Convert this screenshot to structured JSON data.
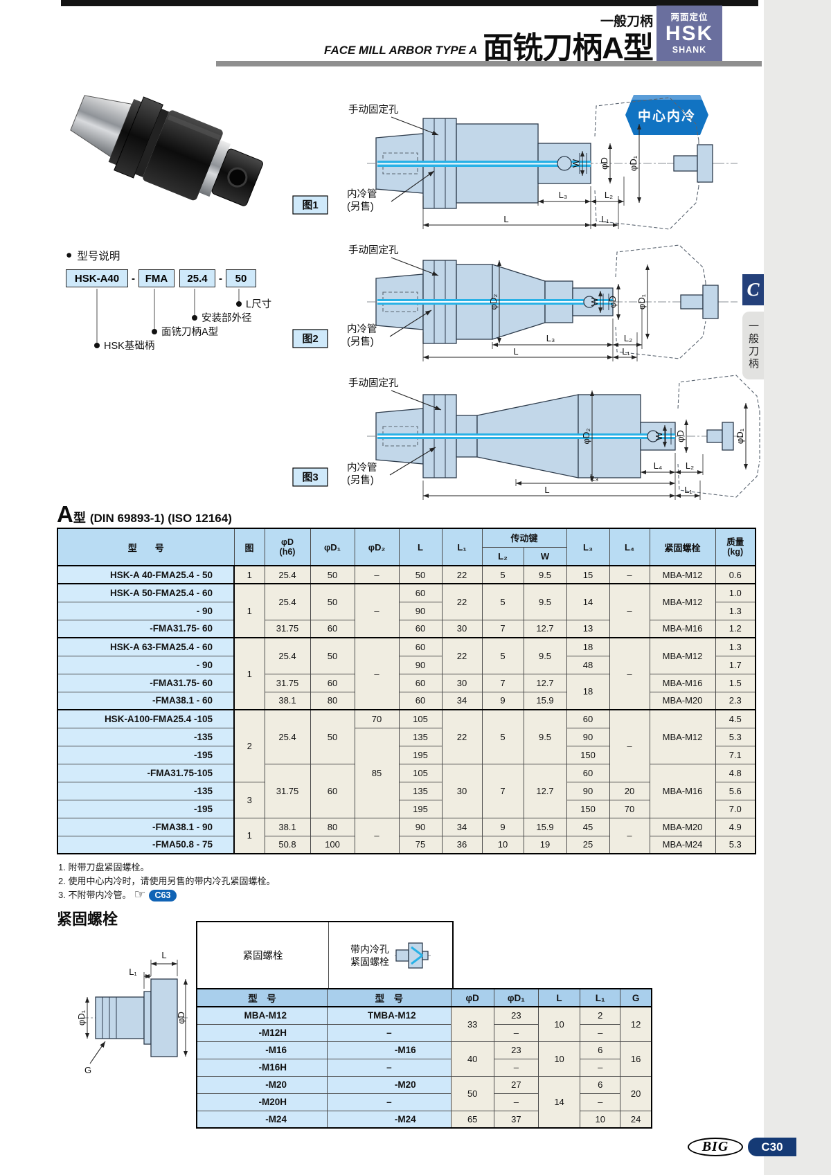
{
  "header": {
    "series_label": "一般刀柄",
    "title_cn": "面铣刀柄A型",
    "title_en": "FACE MILL ARBOR TYPE A",
    "shank_badge": {
      "line1": "两面定位",
      "line2": "HSK",
      "line3": "SHANK"
    }
  },
  "coolant_badge": "中心内冷",
  "legend": {
    "bullet": "●",
    "heading": "型号说明",
    "boxes": [
      "HSK-A40",
      "FMA",
      "25.4",
      "50"
    ],
    "sep": "-",
    "labels": [
      "L尺寸",
      "安装部外径",
      "面铣刀柄A型",
      "HSK基础柄"
    ]
  },
  "sidebar": {
    "section_letter": "C",
    "section_label": "一般刀柄"
  },
  "figures": {
    "tags": [
      "图1",
      "图2",
      "图3"
    ],
    "manual_hole": "手动固定孔",
    "coolant_line1": "内冷管",
    "coolant_line2": "(另售)"
  },
  "dims": {
    "L": "L",
    "L1": "L₁",
    "L2": "L₂",
    "L3": "L₃",
    "L4": "L₄",
    "W": "W",
    "D": "φD",
    "D1": "φD₁",
    "D2": "φD₂",
    "G": "G"
  },
  "main_table": {
    "title_a": "A",
    "title_b": "型",
    "title_std": "(DIN 69893-1) (ISO 12164)",
    "ht": {
      "model": "型　　号",
      "fig": "图",
      "d": "φD",
      "dsub": "(h6)",
      "d1": "φD₁",
      "d2": "φD₂",
      "l": "L",
      "l1": "L₁",
      "key": "传动键",
      "l2": "L₂",
      "w": "W",
      "l3": "L₃",
      "l4": "L₄",
      "bolt": "紧固螺栓",
      "mass": "质量",
      "msub": "(kg)"
    },
    "rows": [
      {
        "model": "HSK-A 40-FMA25.4 - 50",
        "cells": [
          "1",
          "25.4",
          "50",
          "–",
          "50",
          "22",
          "5",
          "9.5",
          "15",
          "–",
          "MBA-M12",
          "0.6"
        ]
      },
      {
        "model": "HSK-A 50-FMA25.4 - 60",
        "cells": [
          "1",
          "25.4",
          "50",
          "–",
          "60",
          "22",
          "5",
          "9.5",
          "14",
          "–",
          "MBA-M12",
          "1.0"
        ]
      },
      {
        "model": "- 90",
        "cells": [
          "90",
          "1.3"
        ]
      },
      {
        "model": "-FMA31.75- 60",
        "cells": [
          "31.75",
          "60",
          "60",
          "30",
          "7",
          "12.7",
          "13",
          "MBA-M16",
          "1.2"
        ]
      },
      {
        "model": "HSK-A 63-FMA25.4 - 60",
        "cells": [
          "1",
          "25.4",
          "50",
          "–",
          "60",
          "22",
          "5",
          "9.5",
          "18",
          "–",
          "MBA-M12",
          "1.3"
        ]
      },
      {
        "model": "- 90",
        "cells": [
          "90",
          "48",
          "1.7"
        ]
      },
      {
        "model": "-FMA31.75- 60",
        "cells": [
          "31.75",
          "60",
          "60",
          "30",
          "7",
          "12.7",
          "18",
          "MBA-M16",
          "1.5"
        ]
      },
      {
        "model": "-FMA38.1 - 60",
        "cells": [
          "38.1",
          "80",
          "60",
          "34",
          "9",
          "15.9",
          "MBA-M20",
          "2.3"
        ]
      },
      {
        "model": "HSK-A100-FMA25.4 -105",
        "cells": [
          "2",
          "25.4",
          "50",
          "70",
          "105",
          "22",
          "5",
          "9.5",
          "60",
          "–",
          "MBA-M12",
          "4.5"
        ]
      },
      {
        "model": "-135",
        "cells": [
          "85",
          "135",
          "90",
          "5.3"
        ]
      },
      {
        "model": "-195",
        "cells": [
          "195",
          "150",
          "7.1"
        ]
      },
      {
        "model": "-FMA31.75-105",
        "cells": [
          "31.75",
          "60",
          "105",
          "30",
          "7",
          "12.7",
          "60",
          "MBA-M16",
          "4.8"
        ]
      },
      {
        "model": "-135",
        "cells": [
          "3",
          "135",
          "90",
          "20",
          "5.6"
        ]
      },
      {
        "model": "-195",
        "cells": [
          "195",
          "150",
          "70",
          "7.0"
        ]
      },
      {
        "model": "-FMA38.1 - 90",
        "cells": [
          "1",
          "38.1",
          "80",
          "–",
          "90",
          "34",
          "9",
          "15.9",
          "45",
          "–",
          "MBA-M20",
          "4.9"
        ]
      },
      {
        "model": "-FMA50.8 - 75",
        "cells": [
          "50.8",
          "100",
          "75",
          "36",
          "10",
          "19",
          "25",
          "MBA-M24",
          "5.3"
        ]
      }
    ]
  },
  "notes": [
    "1. 附带刀盘紧固螺栓。",
    "2. 使用中心内冷时，请使用另售的带内冷孔紧固螺栓。",
    "3. 不附带内冷管。"
  ],
  "hand_icon": "☞",
  "ref_badge": "C63",
  "bolt_section": {
    "heading": "紧固螺栓",
    "header_left": "紧固螺栓",
    "header_right_l1": "带内冷孔",
    "header_right_l2": "紧固螺栓",
    "cols": [
      "型　号",
      "型　号",
      "φD",
      "φD₁",
      "L",
      "L₁",
      "G"
    ],
    "rows": [
      {
        "cells": [
          "MBA-M12",
          "TMBA-M12",
          "33",
          "23",
          "10",
          "2",
          "12"
        ]
      },
      {
        "cells": [
          "-M12H",
          "–",
          "–",
          "–"
        ]
      },
      {
        "cells": [
          "-M16",
          "-M16",
          "40",
          "23",
          "10",
          "6",
          "16"
        ]
      },
      {
        "cells": [
          "-M16H",
          "–",
          "–",
          "–"
        ]
      },
      {
        "cells": [
          "-M20",
          "-M20",
          "50",
          "27",
          "14",
          "6",
          "20"
        ]
      },
      {
        "cells": [
          "-M20H",
          "–",
          "–",
          "–"
        ]
      },
      {
        "cells": [
          "-M24",
          "-M24",
          "65",
          "37",
          "10",
          "24"
        ]
      }
    ]
  },
  "footer": {
    "logo": "BIG",
    "page": "C30"
  }
}
